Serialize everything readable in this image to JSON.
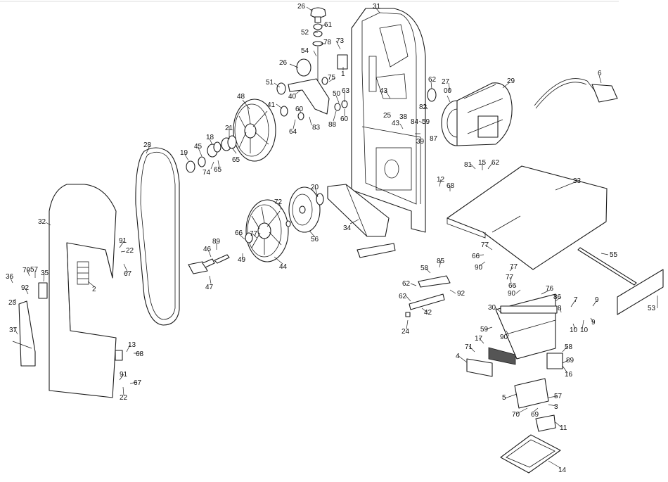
{
  "diagram": {
    "callouts": [
      {
        "id": "c26a",
        "text": "26"
      },
      {
        "id": "c52",
        "text": "52"
      },
      {
        "id": "c61",
        "text": "61"
      },
      {
        "id": "c78",
        "text": "78"
      },
      {
        "id": "c73",
        "text": "73"
      },
      {
        "id": "c54",
        "text": "54"
      },
      {
        "id": "c1",
        "text": "1"
      },
      {
        "id": "c26b",
        "text": "26"
      },
      {
        "id": "c75",
        "text": "75"
      },
      {
        "id": "c51",
        "text": "51"
      },
      {
        "id": "c40",
        "text": "40"
      },
      {
        "id": "c50",
        "text": "50"
      },
      {
        "id": "c63",
        "text": "63"
      },
      {
        "id": "c41",
        "text": "41"
      },
      {
        "id": "c60a",
        "text": "60"
      },
      {
        "id": "c64",
        "text": "64"
      },
      {
        "id": "c83",
        "text": "83"
      },
      {
        "id": "c88",
        "text": "88"
      },
      {
        "id": "c60b",
        "text": "60"
      },
      {
        "id": "c48",
        "text": "48"
      },
      {
        "id": "c31",
        "text": "31"
      },
      {
        "id": "c43a",
        "text": "43"
      },
      {
        "id": "c25",
        "text": "25"
      },
      {
        "id": "c38",
        "text": "38"
      },
      {
        "id": "c62a",
        "text": "62"
      },
      {
        "id": "c27",
        "text": "27"
      },
      {
        "id": "c00",
        "text": "00"
      },
      {
        "id": "c82",
        "text": "82"
      },
      {
        "id": "c29",
        "text": "29"
      },
      {
        "id": "c6",
        "text": "6"
      },
      {
        "id": "c43b",
        "text": "43"
      },
      {
        "id": "c84",
        "text": "84"
      },
      {
        "id": "c59a",
        "text": "59"
      },
      {
        "id": "c87",
        "text": "87"
      },
      {
        "id": "c39",
        "text": "39"
      },
      {
        "id": "c28",
        "text": "28"
      },
      {
        "id": "c21",
        "text": "21"
      },
      {
        "id": "c18",
        "text": "18"
      },
      {
        "id": "c45",
        "text": "45"
      },
      {
        "id": "c19",
        "text": "19"
      },
      {
        "id": "c74",
        "text": "74"
      },
      {
        "id": "c65a",
        "text": "65"
      },
      {
        "id": "c65b",
        "text": "65"
      },
      {
        "id": "c81",
        "text": "81"
      },
      {
        "id": "c15",
        "text": "15"
      },
      {
        "id": "c62b",
        "text": "62"
      },
      {
        "id": "c12",
        "text": "12"
      },
      {
        "id": "c68a",
        "text": "68"
      },
      {
        "id": "c33",
        "text": "33"
      },
      {
        "id": "c20",
        "text": "20"
      },
      {
        "id": "c72",
        "text": "72"
      },
      {
        "id": "c34",
        "text": "34"
      },
      {
        "id": "c56",
        "text": "56"
      },
      {
        "id": "c32",
        "text": "32"
      },
      {
        "id": "c91a",
        "text": "91"
      },
      {
        "id": "c22a",
        "text": "22"
      },
      {
        "id": "c67a",
        "text": "67"
      },
      {
        "id": "c66a",
        "text": "66"
      },
      {
        "id": "c89",
        "text": "89"
      },
      {
        "id": "c46",
        "text": "46"
      },
      {
        "id": "c49",
        "text": "49"
      },
      {
        "id": "c77a",
        "text": "77"
      },
      {
        "id": "c44",
        "text": "44"
      },
      {
        "id": "c47",
        "text": "47"
      },
      {
        "id": "c2",
        "text": "2"
      },
      {
        "id": "c77b",
        "text": "77"
      },
      {
        "id": "c66b",
        "text": "66"
      },
      {
        "id": "c90a",
        "text": "90"
      },
      {
        "id": "c55",
        "text": "55"
      },
      {
        "id": "c36",
        "text": "36"
      },
      {
        "id": "c79",
        "text": "79"
      },
      {
        "id": "c57a",
        "text": "57"
      },
      {
        "id": "c35",
        "text": "35"
      },
      {
        "id": "c92a",
        "text": "92"
      },
      {
        "id": "c23",
        "text": "23"
      },
      {
        "id": "c58a",
        "text": "58"
      },
      {
        "id": "c85",
        "text": "85"
      },
      {
        "id": "c62c",
        "text": "62"
      },
      {
        "id": "c92b",
        "text": "92"
      },
      {
        "id": "c62d",
        "text": "62"
      },
      {
        "id": "c42",
        "text": "42"
      },
      {
        "id": "c24",
        "text": "24"
      },
      {
        "id": "c77c",
        "text": "77"
      },
      {
        "id": "c77d",
        "text": "77"
      },
      {
        "id": "c66c",
        "text": "66"
      },
      {
        "id": "c90b",
        "text": "90"
      },
      {
        "id": "c76",
        "text": "76"
      },
      {
        "id": "c86",
        "text": "86"
      },
      {
        "id": "c53",
        "text": "53"
      },
      {
        "id": "c30",
        "text": "30"
      },
      {
        "id": "c7",
        "text": "7"
      },
      {
        "id": "c8",
        "text": "8"
      },
      {
        "id": "c9a",
        "text": "9"
      },
      {
        "id": "c9b",
        "text": "9"
      },
      {
        "id": "c10a",
        "text": "10"
      },
      {
        "id": "c10b",
        "text": "10"
      },
      {
        "id": "c59b",
        "text": "59"
      },
      {
        "id": "c90c",
        "text": "90"
      },
      {
        "id": "c37",
        "text": "37"
      },
      {
        "id": "c13",
        "text": "13"
      },
      {
        "id": "c68b",
        "text": "68"
      },
      {
        "id": "c17",
        "text": "17"
      },
      {
        "id": "c71",
        "text": "71"
      },
      {
        "id": "c4",
        "text": "4"
      },
      {
        "id": "c58b",
        "text": "58"
      },
      {
        "id": "c89b",
        "text": "89"
      },
      {
        "id": "c16",
        "text": "16"
      },
      {
        "id": "c91b",
        "text": "91"
      },
      {
        "id": "c67b",
        "text": "67"
      },
      {
        "id": "c22b",
        "text": "22"
      },
      {
        "id": "c5",
        "text": "5"
      },
      {
        "id": "c57b",
        "text": "57"
      },
      {
        "id": "c70",
        "text": "70"
      },
      {
        "id": "c69",
        "text": "69"
      },
      {
        "id": "c3",
        "text": "3"
      },
      {
        "id": "c11",
        "text": "11"
      },
      {
        "id": "c14",
        "text": "14"
      }
    ]
  }
}
